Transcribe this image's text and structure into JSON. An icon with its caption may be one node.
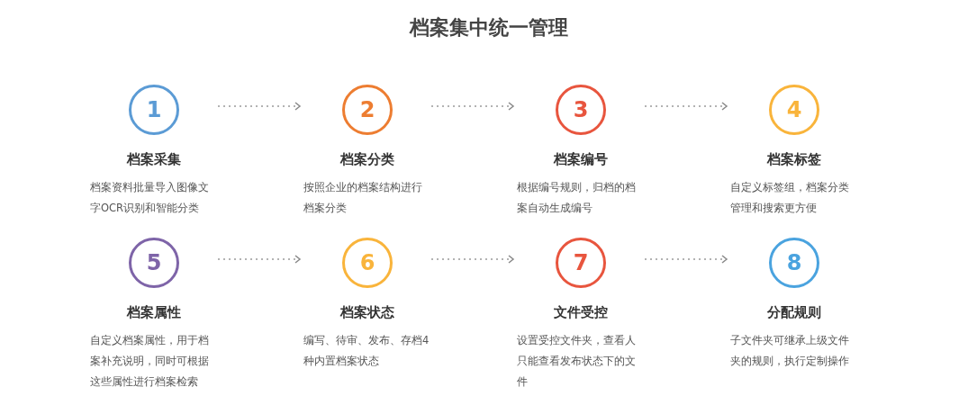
{
  "diagram": {
    "title": "档案集中统一管理",
    "nodes": [
      {
        "text": [
          "1",
          "档案采集",
          "档案资料批量导入图像文字OCR识别和智能分类"
        ]
      },
      {
        "text": [
          "2",
          "档案分类",
          "按照企业的档案结构进行档案分类"
        ]
      },
      {
        "text": [
          "3",
          "档案编号",
          "根据编号规则，归档的档案自动生成编号"
        ]
      },
      {
        "text": [
          "4",
          "档案标签",
          "自定义标签组，档案分类管理和搜索更方便"
        ]
      },
      {
        "text": [
          "5",
          "档案属性",
          "自定义档案属性，用于档案补充说明，同时可根据这些属性进行档案检索"
        ]
      },
      {
        "text": [
          "6",
          "档案状态",
          "编写、待审、发布、存档4种内置档案状态"
        ]
      },
      {
        "text": [
          "7",
          "文件受控",
          "设置受控文件夹，查看人只能查看发布状态下的文件"
        ]
      },
      {
        "text": [
          "8",
          "分配规则",
          "子文件夹可继承上级文件夹的规则，执行定制操作"
        ]
      }
    ],
    "edges": [
      {
        "from": 0,
        "to": 1,
        "arrow": "to",
        "style": "dashed"
      },
      {
        "from": 1,
        "to": 2,
        "arrow": "to",
        "style": "dashed"
      },
      {
        "from": 2,
        "to": 3,
        "arrow": "to",
        "style": "dashed"
      },
      {
        "from": 4,
        "to": 5,
        "arrow": "to",
        "style": "dashed"
      },
      {
        "from": 5,
        "to": 6,
        "arrow": "to",
        "style": "dashed"
      },
      {
        "from": 6,
        "to": 7,
        "arrow": "to",
        "style": "dashed"
      }
    ]
  }
}
